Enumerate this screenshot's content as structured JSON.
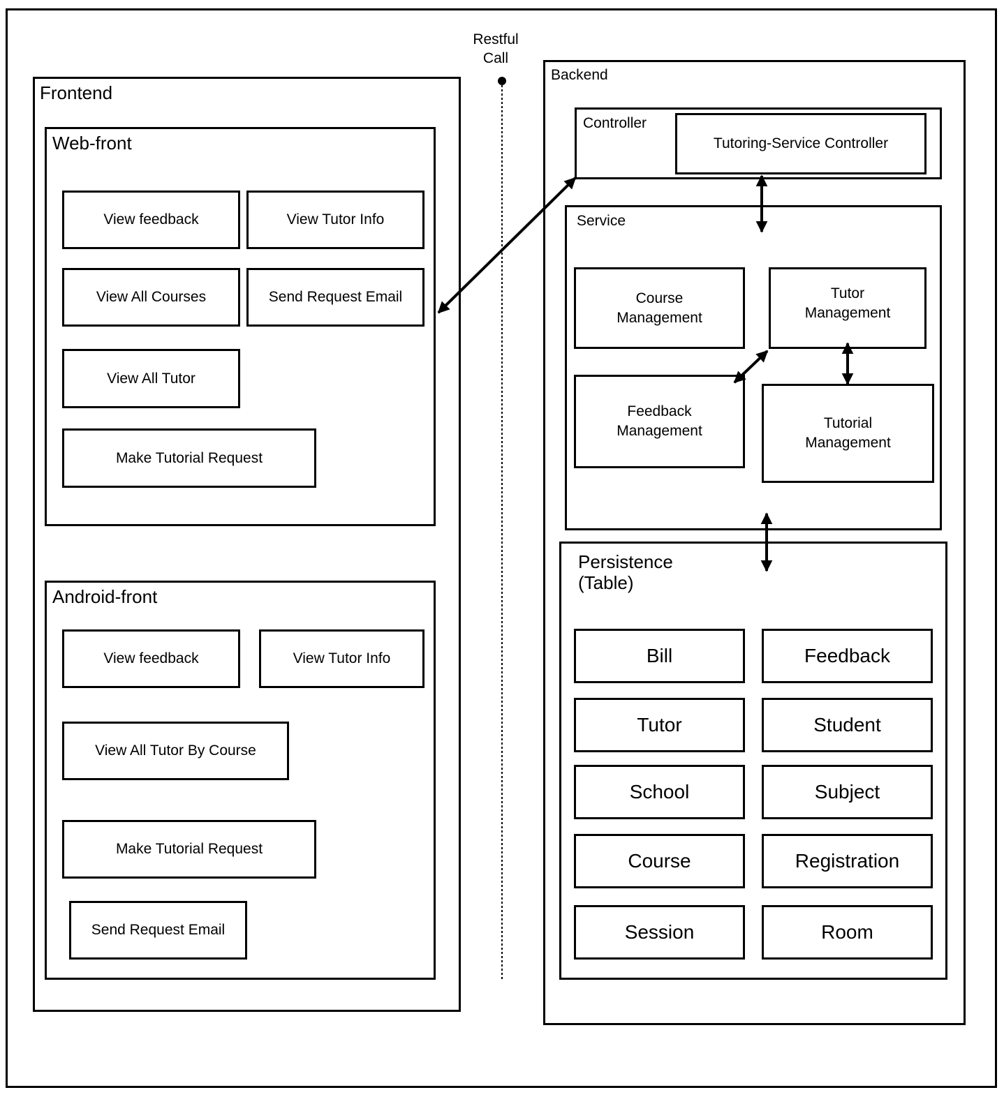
{
  "restful_call": "Restful\nCall",
  "frontend": {
    "title": "Frontend",
    "web_front": {
      "title": "Web-front",
      "items": [
        "View feedback",
        "View Tutor Info",
        "View All Courses",
        "Send Request Email",
        "View All Tutor",
        "Make Tutorial Request"
      ]
    },
    "android_front": {
      "title": "Android-front",
      "items": [
        "View feedback",
        "View Tutor Info",
        "View All Tutor By Course",
        "Make Tutorial Request",
        "Send Request Email"
      ]
    }
  },
  "backend": {
    "title": "Backend",
    "controller": {
      "title": "Controller",
      "item": "Tutoring-Service Controller"
    },
    "service": {
      "title": "Service",
      "items": [
        "Course\nManagement",
        "Tutor\nManagement",
        "Feedback\nManagement",
        "Tutorial\nManagement"
      ]
    },
    "persistence": {
      "title": "Persistence\n    (Table)",
      "items": [
        "Bill",
        "Feedback",
        "Tutor",
        "Student",
        "School",
        "Subject",
        "Course",
        "Registration",
        "Session",
        "Room"
      ]
    }
  }
}
